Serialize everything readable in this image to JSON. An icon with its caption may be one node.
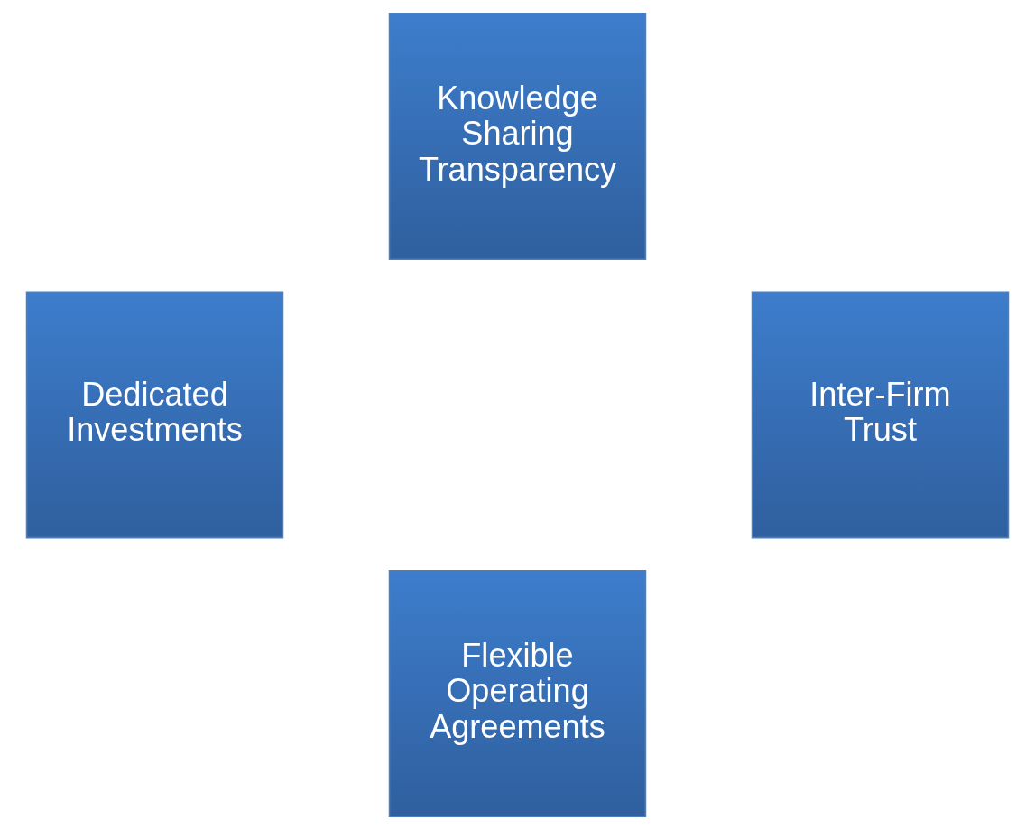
{
  "diagram": {
    "nodes": [
      {
        "text": [
          "Knowledge Sharing Transparency"
        ]
      },
      {
        "text": [
          "Dedicated Investments"
        ]
      },
      {
        "text": [
          "Inter-Firm Trust"
        ]
      },
      {
        "text": [
          "Flexible Operating Agreements"
        ]
      }
    ]
  }
}
